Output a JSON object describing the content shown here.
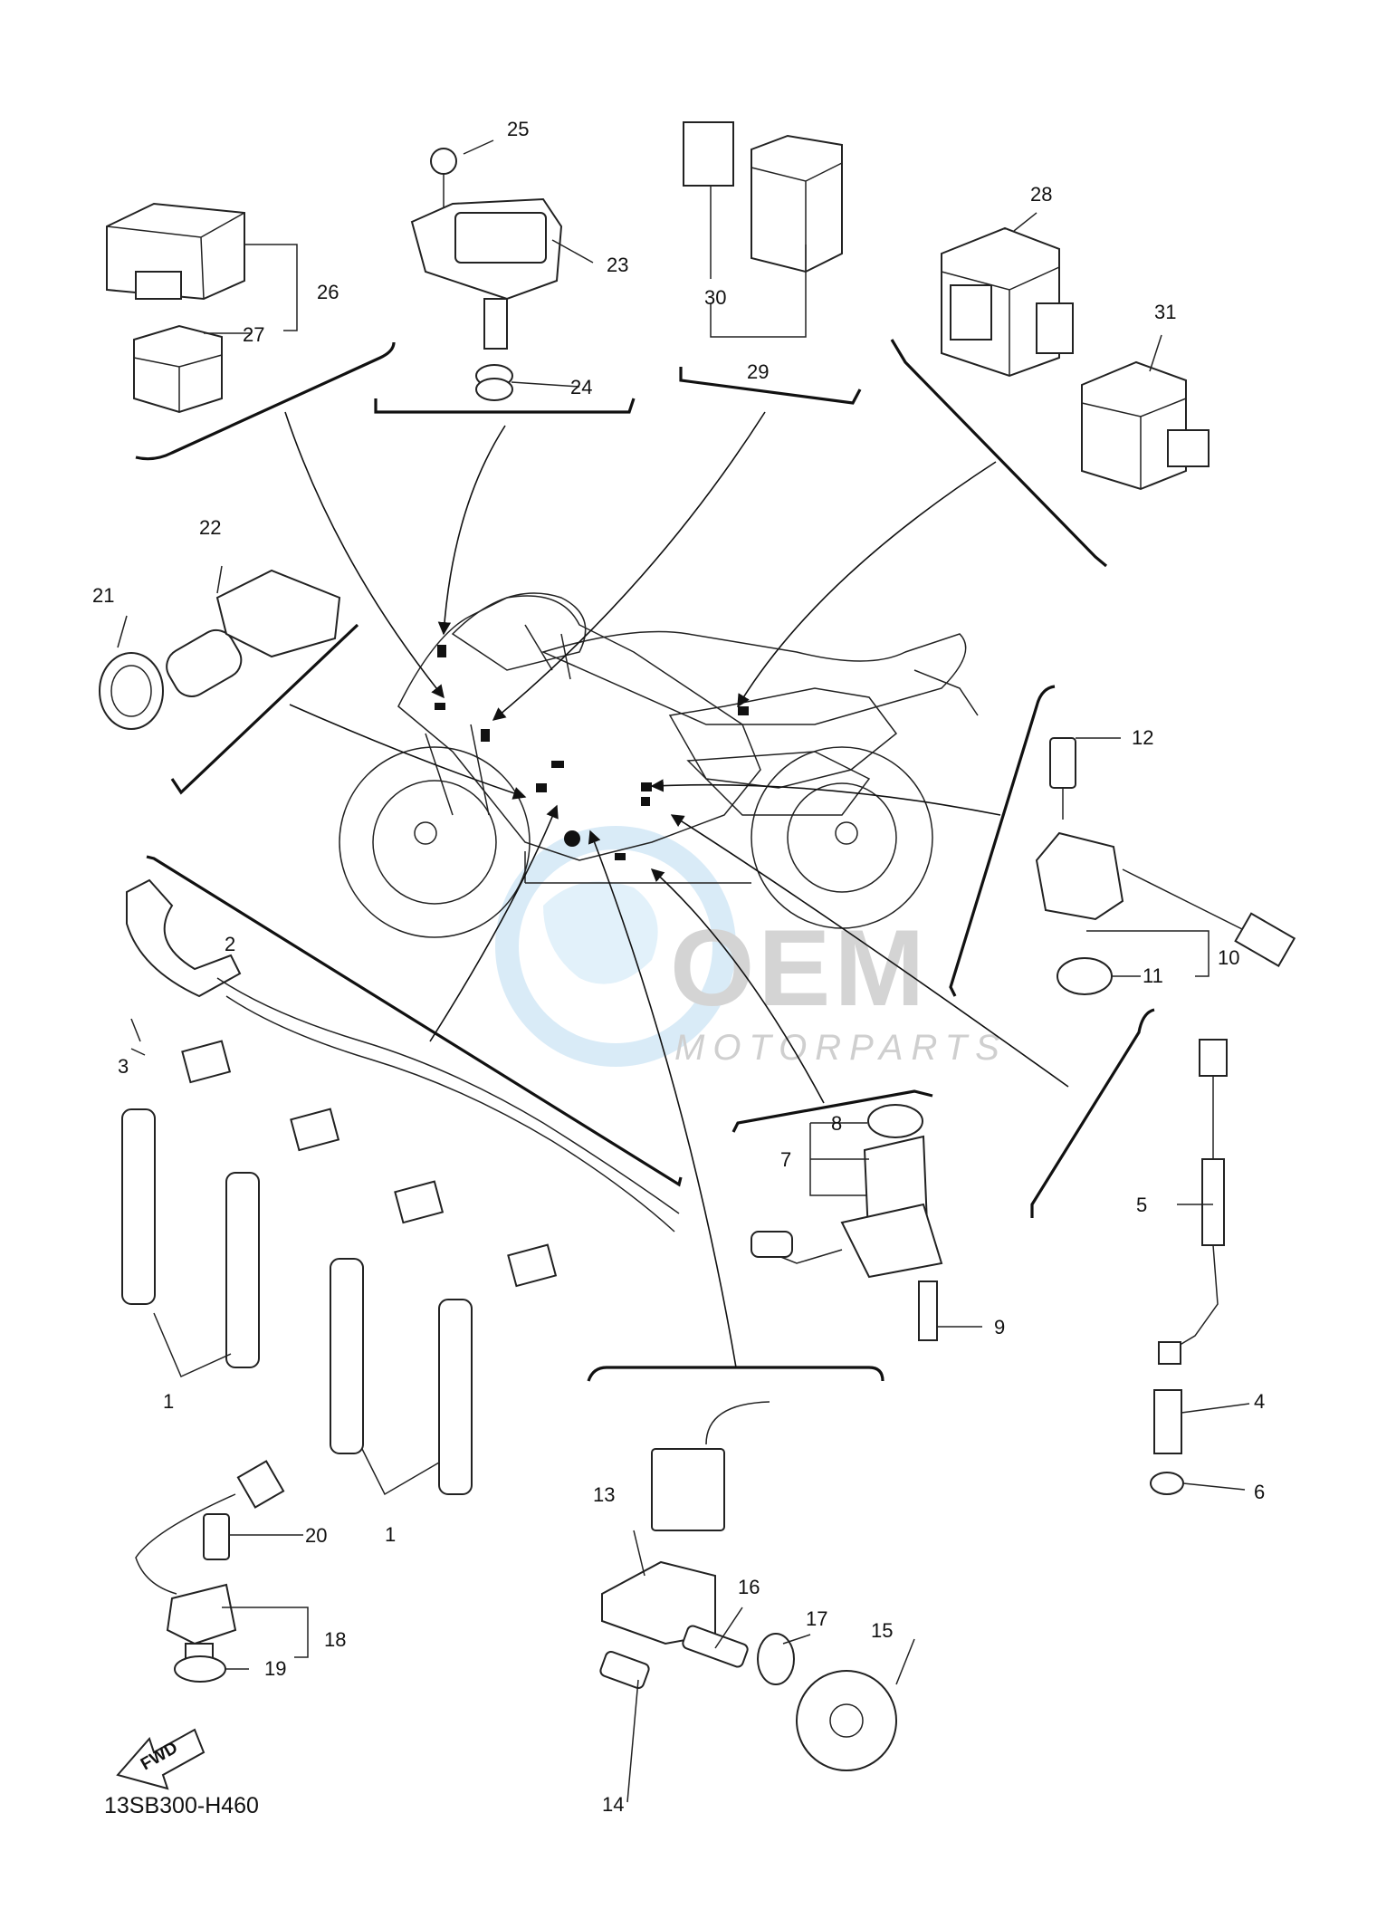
{
  "diagram": {
    "code": "13SB300-H460",
    "direction_badge": "FWD",
    "watermark": {
      "brand": "OEM",
      "sub": "MOTORPARTS"
    },
    "callouts": [
      "1",
      "1",
      "2",
      "3",
      "4",
      "5",
      "6",
      "7",
      "8",
      "9",
      "10",
      "11",
      "12",
      "13",
      "14",
      "15",
      "16",
      "17",
      "18",
      "19",
      "20",
      "21",
      "22",
      "23",
      "24",
      "25",
      "26",
      "27",
      "28",
      "29",
      "30",
      "31"
    ]
  }
}
